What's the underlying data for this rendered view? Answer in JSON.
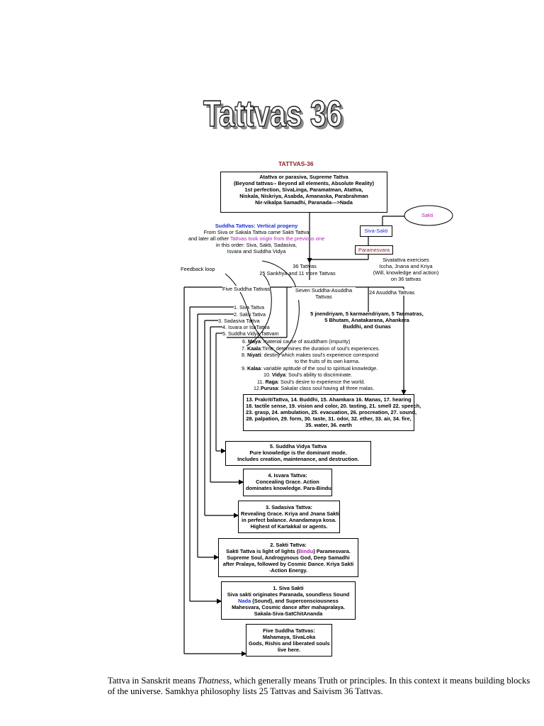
{
  "title": "Tattvas 36",
  "diagram": {
    "heading": "TATTVAS-36",
    "top_box": [
      "Atattva or parasiva, Supreme Tattva",
      "(Beyond tattvas-- Beyond all elements, Absolute Reality)",
      "1st perfection, SivaLinga, Paramatman, Atattva,",
      "Niskala, Niskriya, Asabda, Amanaska, Parabrahman",
      "Nir-vikalpa Samadhi, Paranada--->Nada"
    ],
    "sakti_oval": "Sakti",
    "siva_sakti_box": "Siva-Sakti",
    "paramesvara_box": "Paramesvara",
    "suddha_heading": "Suddha Tattvas: Vertical progeny",
    "suddha_line2": "From Siva or Sakala Tattva came Sakti Tattva",
    "suddha_line3_pre": "and later all other ",
    "suddha_line3_colored": "Tattvas took origin from the previous one",
    "suddha_line4": "in this order: Siva, Sakti, Sadasiva,",
    "suddha_line5": "Isvara and Suddha Vidya",
    "sivatattva_text": [
      "Sivatattva exercises",
      "Iccha, Jnana and Kriya",
      "(Will, knowledge and action)",
      "on 36 tattvas"
    ],
    "feedback_loop": "Feedback loop",
    "tattvas36": "36 Tattvas",
    "sankhya": "25 Sankhya and 11 more Tattvas",
    "five_suddha": "Five Suddha Tattvas",
    "seven_suddha": [
      "Seven Suddha-Asuddha",
      "Tattvas"
    ],
    "twentyfour": "24 Asuddha Tattvas",
    "suddha_list": [
      "1. Siva Tattva",
      "2. Sakti Tattva",
      "3. Sadasiva Tattva",
      "4. Isvara or IsaTattva",
      "5. Suddha Vidya Tattvam"
    ],
    "jnanendriyam": [
      "5 jnendriyam, 5 karmaendriyam,  5 Tanmatras,",
      "5 Bhutam, Anatakarana, Ahankara",
      "Buddhi, and Gunas"
    ],
    "asuddha_list": [
      {
        "num": "6. ",
        "name": "Maya",
        "desc": ": material cause of asuddham (impurity)"
      },
      {
        "num": "7. ",
        "name": "Kaala",
        "desc": ":Time: determines the duration of soul's experiences."
      },
      {
        "num": "8. ",
        "name": "Niyati",
        "desc": ": destiny which makes soul's experience correspond"
      },
      {
        "num": "",
        "name": "",
        "desc": "to the fruits of its own karma."
      },
      {
        "num": "9. ",
        "name": "Kalaa",
        "desc": ": variable aptitude of the soul to spiritual knowledge."
      },
      {
        "num": "10. ",
        "name": "Vidya",
        "desc": ": Soul's ability to discriminate."
      },
      {
        "num": "11. ",
        "name": "Raga",
        "desc": ": Soul's desire to experience the world."
      },
      {
        "num": "12.",
        "name": "Purusa",
        "desc": ": Sakalar class soul having all three malas."
      }
    ],
    "prakriti_box": [
      "13. PrakritiTattva, 14. Buddhi, 15. Ahamkara  16. Manas, 17.  hearing",
      "18. tactile sense, 19. vision and color, 20. tasting, 21. smell 22. speech,",
      "23. grasp, 24. ambulation, 25. evacuation, 26. procreation, 27. sound,",
      "28. palpation, 29. form, 30. taste, 31. odor, 32. ether, 33. air, 34. fire,",
      "35. water, 36. earth"
    ],
    "box5": [
      "5. Suddha Vidya Tattva",
      "Pure knowledge is the dominant mode.",
      "Includes creation, maintenance, and destruction."
    ],
    "box4": [
      "4. Isvara Tattva:",
      "Concealing Grace. Action",
      "dominates knowledge. Para-Bindu"
    ],
    "box3": [
      "3. Sadasiva Tattva:",
      "Revealing Grace. Kriya and Jnana Sakti",
      "in perfect balance. Anandamaya kosa.",
      "Highest of Kartakkal or agents."
    ],
    "box2": {
      "l1": "2. Sakti Tattva:",
      "l2_pre": "Sakti Tattva is light of lights (",
      "l2_colored": "Bindu",
      "l2_post": ") Paramesvara.",
      "l3": "Supreme Soul, Androgynous God, Deep Samadhi",
      "l4": "after Pralaya, followed by Cosmic Dance. Kriya Sakti",
      "l5": "-Action Energy."
    },
    "box1": {
      "l1": "1. Siva Sakti",
      "l2": "Siva sakti originates Paranada, soundless Sound",
      "l3_colored": "Nada",
      "l3_post": " (Sound), and Superconsciousness",
      "l4": "Mahesvara, Cosmic dance after mahapralaya.",
      "l5": "Sakala-Siva-SatChitAnanda"
    },
    "box0": [
      "Five Suddha Tattvas:",
      "Mahamaya, SivaLoka",
      "Gods, Rishis and liberated souls",
      "live here."
    ]
  },
  "footer": {
    "pre": "Tattva in Sanskrit means ",
    "italic": "Thatness",
    "post": ", which generally means Truth or principles. In this context it means building blocks of the universe. Samkhya philosophy lists 25 Tattvas and Saivism 36 Tattvas."
  },
  "colors": {
    "blue": "#1a2fd6",
    "purple": "#b01fb0",
    "maroon": "#8b1d1d"
  }
}
